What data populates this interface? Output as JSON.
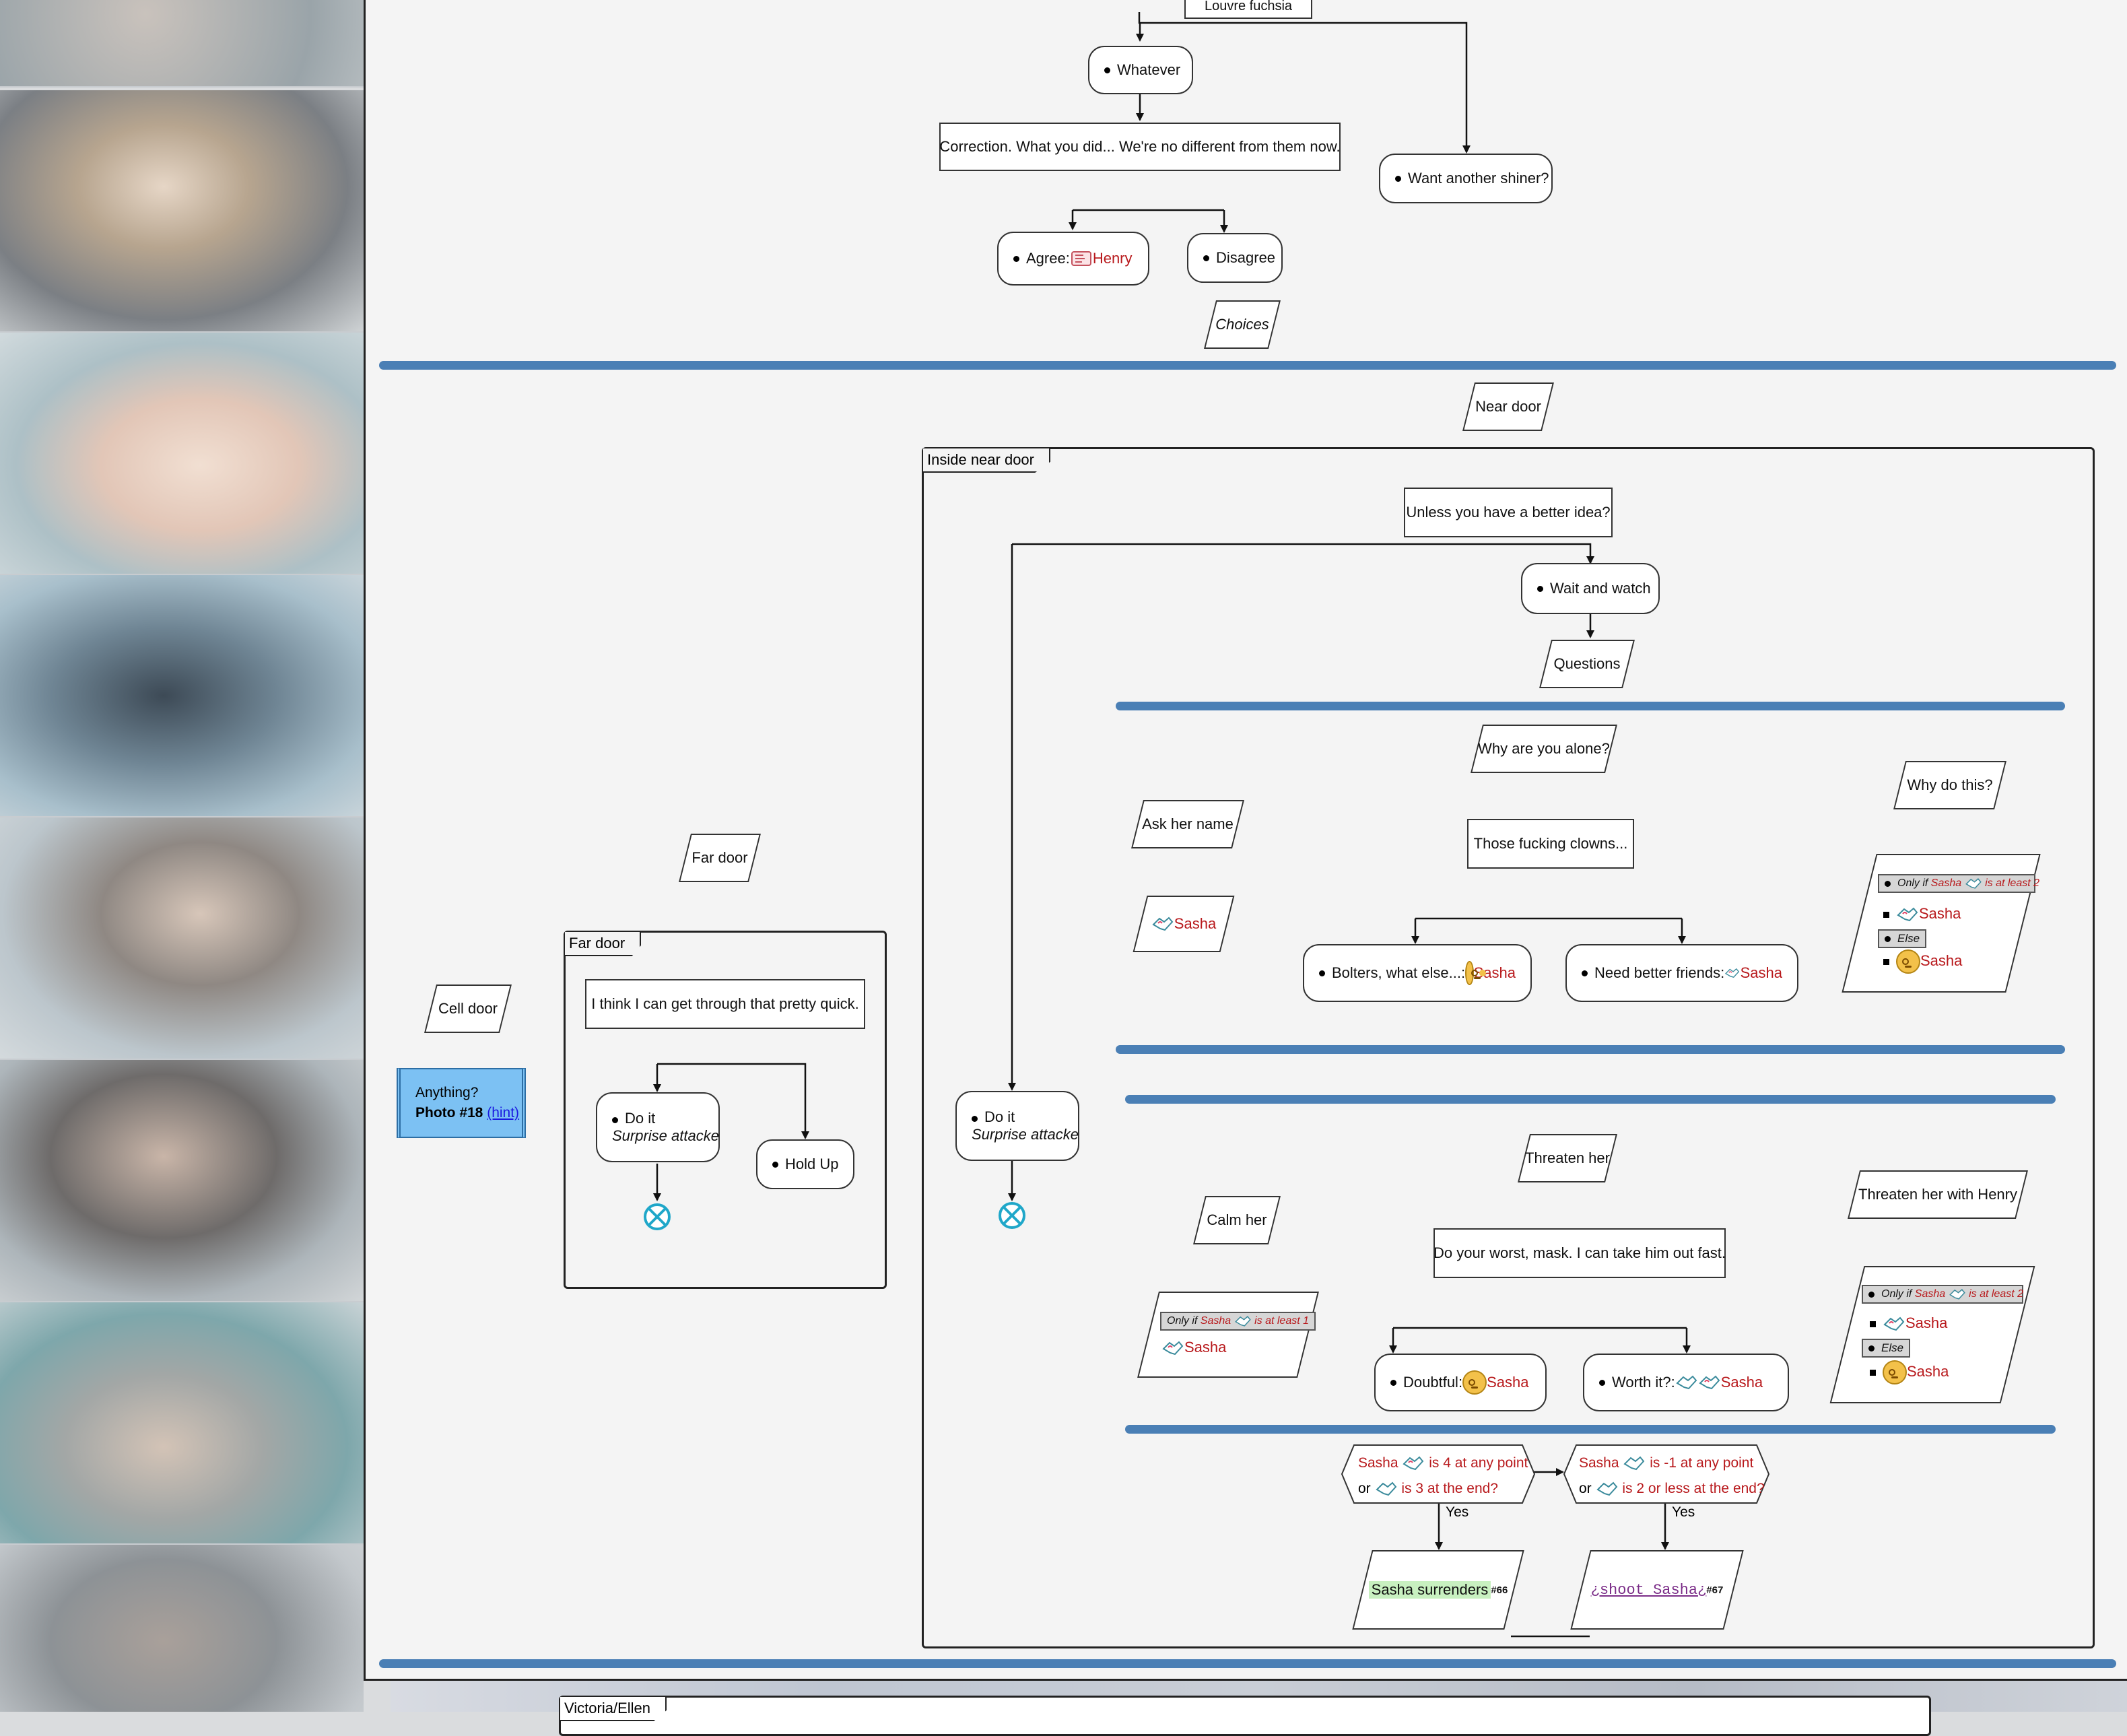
{
  "top": {
    "cut_label": "Louvre fuchsia",
    "whatever": "Whatever",
    "correction": "Correction. What you did... We're no different from them now.",
    "want_shiner": "Want another shiner?",
    "agree": "Agree:",
    "agree_char": "Henry",
    "disagree": "Disagree",
    "choices": "Choices"
  },
  "near": {
    "near_door": "Near door",
    "frame_label": "Inside near door",
    "unless": "Unless you have a better idea?",
    "wait_watch": "Wait and watch",
    "questions": "Questions",
    "why_alone": "Why are you alone?",
    "why_do_this": "Why do this?",
    "ask_name": "Ask her name",
    "sasha": "Sasha",
    "clowns": "Those fucking clowns...",
    "bolters": "Bolters, what else...:",
    "need_friends": "Need better friends:",
    "only_if": "Only if",
    "is_at_least_2": "is at least 2",
    "is_at_least_1": "is at least 1",
    "else": "Else",
    "do_it": "Do it",
    "surprise": "Surprise attacke",
    "threaten": "Threaten her",
    "threaten_henry": "Threaten her with Henry",
    "calm": "Calm her",
    "do_your_worst": "Do your worst, mask. I can take him out fast.",
    "doubtful": "Doubtful:",
    "worth_it": "Worth it?:",
    "cond1_l1": "is 4 at any point",
    "cond1_l2": "is 3 at the end?",
    "cond2_l1": "is -1 at any point",
    "cond2_l2": "is 2 or less at the end?",
    "or": "or",
    "yes": "Yes",
    "surrenders": "Sasha surrenders",
    "surrenders_num": "#66",
    "shoot": "¿shoot Sasha¿",
    "shoot_num": "#67"
  },
  "far": {
    "far_door": "Far door",
    "frame_label": "Far door",
    "think": "I think I can get through that pretty quick.",
    "do_it": "Do it",
    "surprise": "Surprise attacke",
    "hold_up": "Hold Up"
  },
  "cell": {
    "cell_door": "Cell door",
    "anything": "Anything?",
    "photo": "Photo #18",
    "hint": "(hint)"
  },
  "next_frame": "Victoria/Ellen",
  "colors": {
    "bar": "#4a7fb5",
    "name_red": "#b8191c",
    "photo_box": "#7cc1f3",
    "end_icon": "#1fa7c9"
  },
  "icons": [
    "heart-hands-icon",
    "neutral-face-icon",
    "end-circle-icon"
  ]
}
